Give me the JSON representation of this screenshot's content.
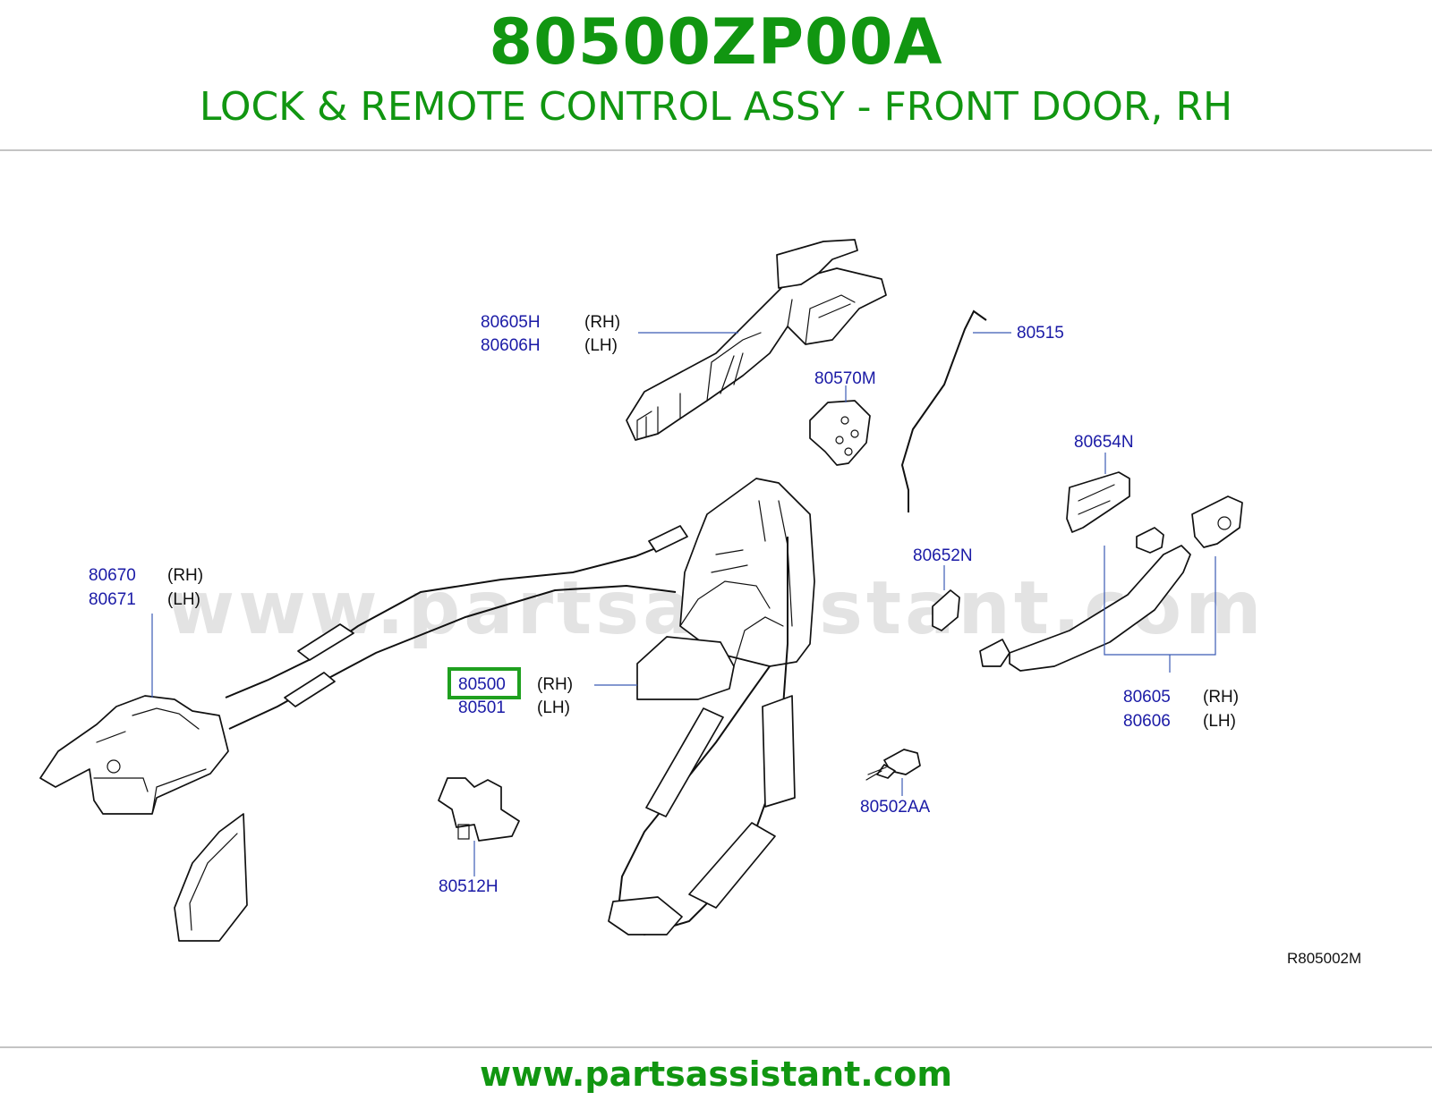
{
  "header": {
    "part_number": "80500ZP00A",
    "part_name": "LOCK & REMOTE CONTROL ASSY - FRONT DOOR, RH"
  },
  "watermark": "www.partsassistant.com",
  "footer": {
    "site": "www.partsassistant.com"
  },
  "diagram": {
    "reference_code": "R805002M",
    "labels": {
      "c80605H": "80605H",
      "c80606H": "80606H",
      "c80515": "80515",
      "c80570M": "80570M",
      "c80654N": "80654N",
      "c80652N": "80652N",
      "c80670": "80670",
      "c80671": "80671",
      "c80500": "80500",
      "c80501": "80501",
      "c80605": "80605",
      "c80606": "80606",
      "c80502AA": "80502AA",
      "c80512H": "80512H"
    },
    "sides": {
      "rh": "(RH)",
      "lh": "(LH)"
    },
    "highlighted_part": "80500",
    "highlight_color": "#1fa01f"
  }
}
